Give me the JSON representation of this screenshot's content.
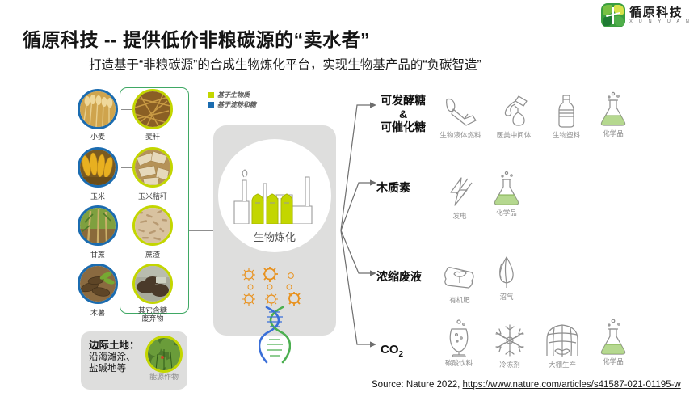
{
  "logo": {
    "cn": "循原科技",
    "en": "X U N Y U A N",
    "icon": "leaf-logo-icon"
  },
  "header": {
    "title": "循原科技  --  提供低价非粮碳源的“卖水者”",
    "subtitle": "打造基于“非粮碳源”的合成生物炼化平台，实现生物基产品的“负碳智造”"
  },
  "feedstocks": {
    "raw": [
      {
        "label": "小麦",
        "icon": "wheat-photo"
      },
      {
        "label": "玉米",
        "icon": "corn-photo"
      },
      {
        "label": "甘蔗",
        "icon": "sugarcane-photo"
      },
      {
        "label": "木薯",
        "icon": "cassava-photo"
      }
    ],
    "residues": [
      {
        "label": "麦秆",
        "icon": "wheat-straw-photo"
      },
      {
        "label": "玉米秸秆",
        "icon": "corn-stover-photo"
      },
      {
        "label": "蔗渣",
        "icon": "bagasse-photo"
      },
      {
        "label": "其它含糖\n废弃物",
        "line1": "其它含糖",
        "line2": "废弃物",
        "icon": "sugar-waste-photo"
      }
    ]
  },
  "marginal_land": {
    "title": "边际土地：",
    "line2": "沿海滩涂、",
    "line3": "盐碱地等",
    "crop_label": "能源作物",
    "crop_icon": "energy-crop-photo"
  },
  "legend": {
    "items": [
      {
        "label": "基于生物质",
        "color": "#c3d600"
      },
      {
        "label": "基于淀粉和糖",
        "color": "#1b6cb0"
      }
    ]
  },
  "center": {
    "label": "生物炼化",
    "plant_icon": "biorefinery-plant-icon",
    "microbe_icon": "microbe-dots-icon",
    "dna_icon": "dna-helix-icon",
    "tank_color": "#c3d600",
    "accent_orange": "#e8921f",
    "dna_blue": "#3a6fd8",
    "dna_green": "#4caf50"
  },
  "branches": [
    {
      "id": "sugars",
      "label_lines": [
        "可发酵糖",
        "&",
        "可催化糖"
      ],
      "products": [
        {
          "label": "生物液体燃料",
          "icon": "fuel-nozzle-icon"
        },
        {
          "label": "医美中间体",
          "icon": "dropper-bottle-icon"
        },
        {
          "label": "生物塑料",
          "icon": "plastic-bottle-icon"
        },
        {
          "label": "化学品",
          "icon": "flask-icon"
        }
      ]
    },
    {
      "id": "lignin",
      "label": "木质素",
      "products": [
        {
          "label": "发电",
          "icon": "lightning-bolt-icon"
        },
        {
          "label": "化学品",
          "icon": "flask-icon"
        }
      ]
    },
    {
      "id": "waste",
      "label": "浓缩废液",
      "products": [
        {
          "label": "有机肥",
          "icon": "fertilizer-bag-icon"
        },
        {
          "label": "沼气",
          "icon": "flame-icon"
        }
      ]
    },
    {
      "id": "co2",
      "label": "CO",
      "label_sub": "2",
      "products": [
        {
          "label": "碳酸饮料",
          "icon": "soda-glass-icon"
        },
        {
          "label": "冷冻剂",
          "icon": "snowflake-icon"
        },
        {
          "label": "大棚生产",
          "icon": "greenhouse-icon"
        },
        {
          "label": "化学品",
          "icon": "flask-icon"
        }
      ]
    }
  ],
  "source": {
    "prefix": "Source:  Nature 2022,",
    "url": "https://www.nature.com/articles/s41587-021-01195-w"
  }
}
